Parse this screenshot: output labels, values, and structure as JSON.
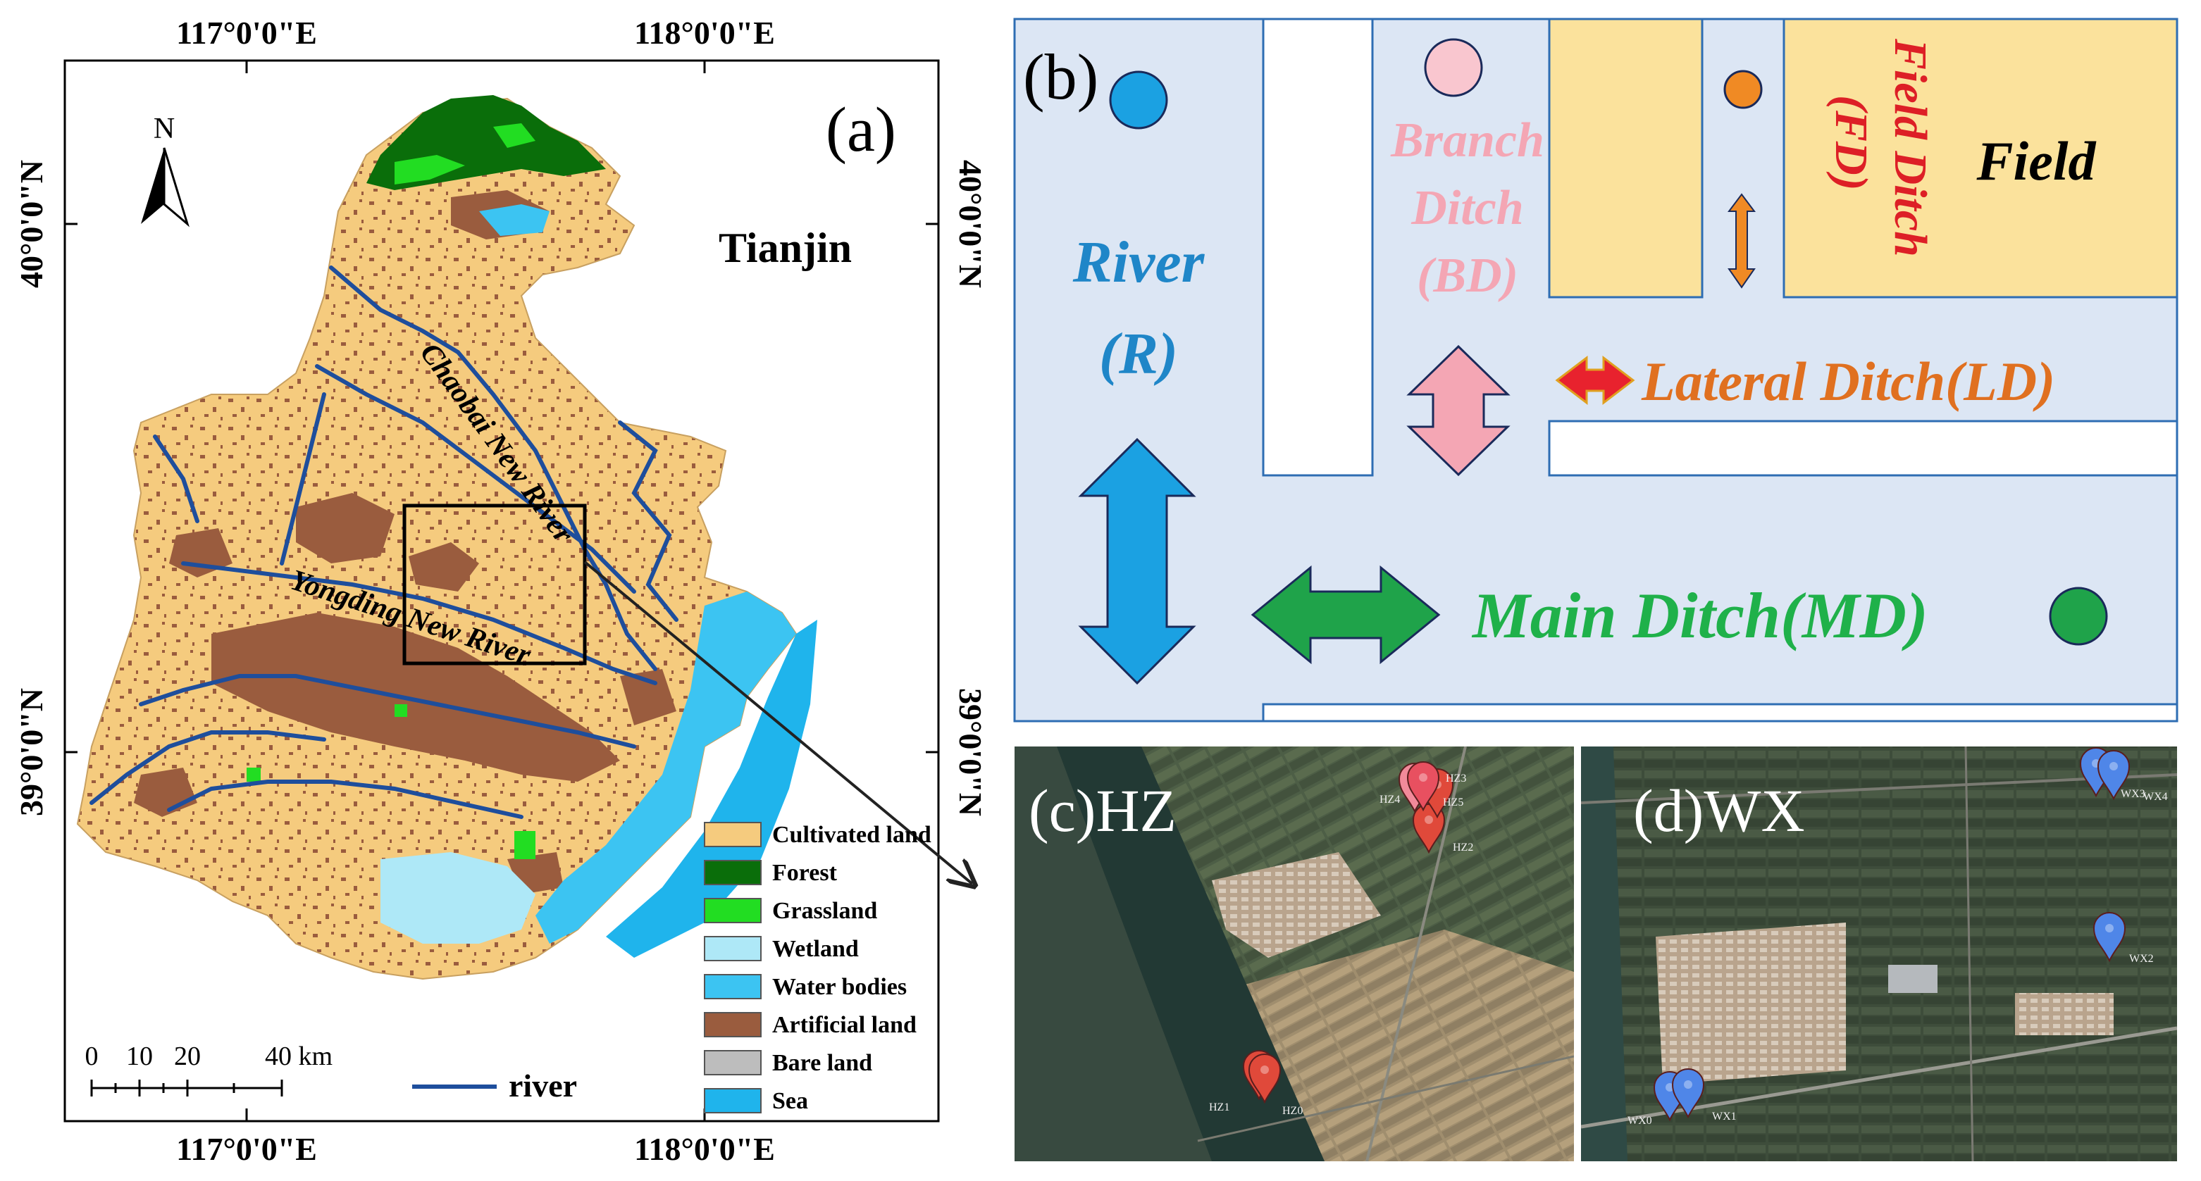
{
  "panel_a": {
    "label": "(a)",
    "region_name": "Tianjin",
    "north_label": "N",
    "coords": {
      "top_lon_1": "117°0'0\"E",
      "top_lon_2": "118°0'0\"E",
      "bottom_lon_1": "117°0'0\"E",
      "bottom_lon_2": "118°0'0\"E",
      "left_lat_1": "40°0'0\"N",
      "left_lat_2": "39°0'0\"N",
      "right_lat_1": "40°0'0\"N",
      "right_lat_2": "39°0'0\"N"
    },
    "river_names": [
      "Chaobai New River",
      "Yongding New River"
    ],
    "scalebar": {
      "ticks": [
        "0",
        "10",
        "20",
        "40 km"
      ]
    },
    "river_legend": "river",
    "legend": [
      {
        "label": "Cultivated land",
        "color": "#F5CB7E"
      },
      {
        "label": "Forest",
        "color": "#0A6E0A"
      },
      {
        "label": "Grassland",
        "color": "#22DD22"
      },
      {
        "label": "Wetland",
        "color": "#AEE8F7"
      },
      {
        "label": "Water bodies",
        "color": "#3CC4F2"
      },
      {
        "label": "Artificial land",
        "color": "#9A5C3E"
      },
      {
        "label": "Bare land",
        "color": "#BDBDBD"
      },
      {
        "label": "Sea",
        "color": "#1FB4EC"
      }
    ]
  },
  "panel_b": {
    "label": "(b)",
    "river": {
      "line1": "River",
      "line2": "(R)",
      "color": "#1F86C8"
    },
    "branch": {
      "line1": "Branch",
      "line2": "Ditch",
      "line3": "(BD)",
      "color": "#F4A6B4"
    },
    "field_ditch": {
      "line1": "Field Ditch",
      "line2": "(FD)",
      "color": "#DD1F26"
    },
    "field": {
      "label": "Field"
    },
    "lateral": {
      "label": "Lateral Ditch(LD)",
      "color": "#E07020"
    },
    "main": {
      "label": "Main Ditch(MD)",
      "color": "#1FB14A"
    }
  },
  "panel_c": {
    "label": "(c)HZ",
    "markers": [
      "HZ1",
      "HZ0",
      "HZ2",
      "HZ3",
      "HZ4",
      "HZ5"
    ]
  },
  "panel_d": {
    "label": "(d)WX",
    "markers": [
      "WX0",
      "WX1",
      "WX2",
      "WX3",
      "WX4"
    ]
  }
}
